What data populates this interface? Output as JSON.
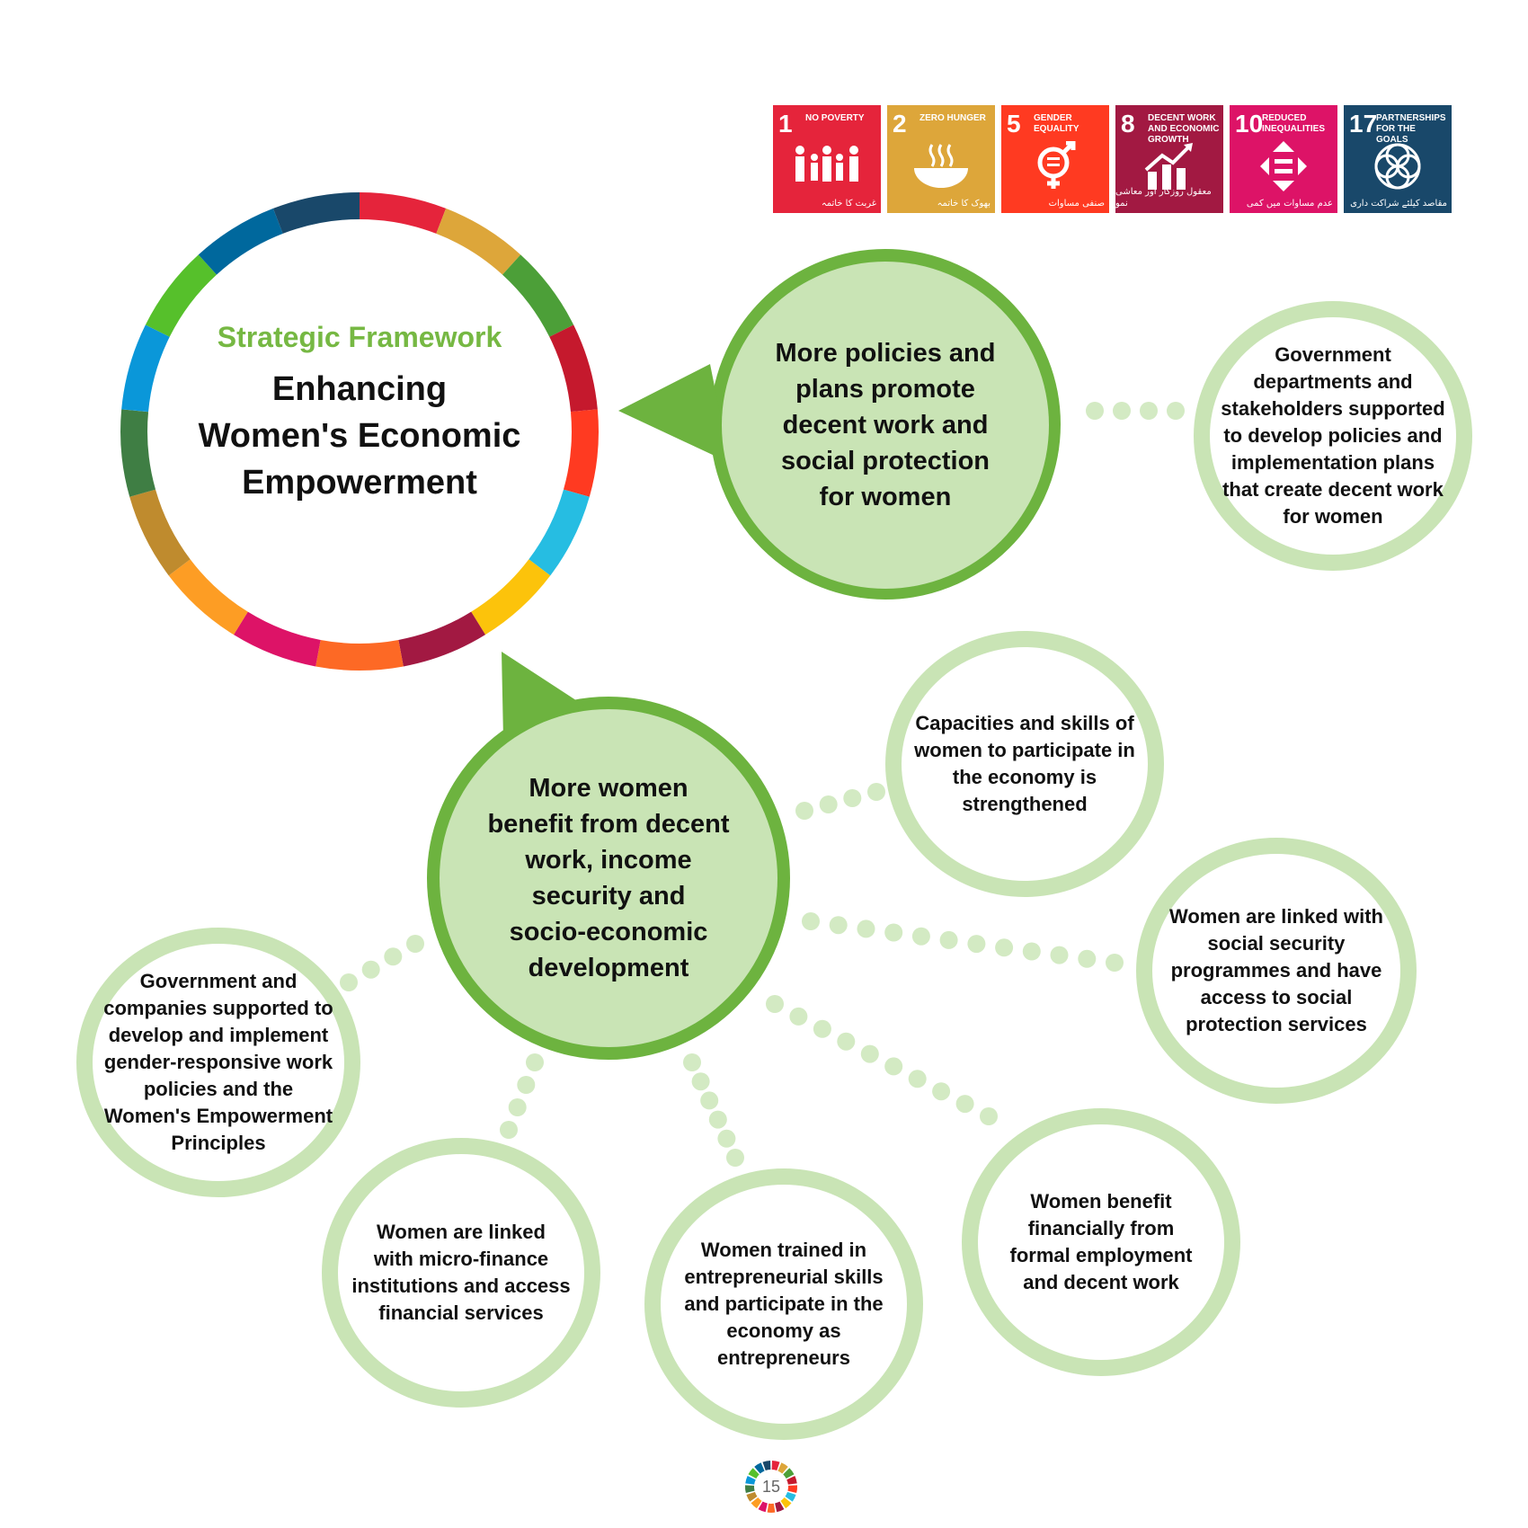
{
  "sdg_goals": [
    {
      "number": "1",
      "name": "No Poverty",
      "urdu": "غربت کا خاتمہ",
      "color": "#e5243b",
      "icon": "family-icon"
    },
    {
      "number": "2",
      "name": "Zero Hunger",
      "urdu": "بھوک کا خاتمہ",
      "color": "#dda63a",
      "icon": "bowl-icon"
    },
    {
      "number": "5",
      "name": "Gender Equality",
      "urdu": "صنفی مساوات",
      "color": "#ff3a21",
      "icon": "gender-equality-icon"
    },
    {
      "number": "8",
      "name": "Decent Work and Economic Growth",
      "urdu": "معقول روزگار اور معاشی نمو",
      "color": "#a21942",
      "icon": "growth-chart-icon"
    },
    {
      "number": "10",
      "name": "Reduced Inequalities",
      "urdu": "عدم مساوات میں کمی",
      "color": "#dd1367",
      "icon": "equality-arrows-icon"
    },
    {
      "number": "17",
      "name": "Partnerships for the Goals",
      "urdu": "مقاصد کیلئے شراکت داری",
      "color": "#19486a",
      "icon": "partnership-flower-icon"
    }
  ],
  "framework": {
    "label": "Strategic Framework",
    "title_lines": [
      "Enhancing",
      "Women's Economic",
      "Empowerment"
    ]
  },
  "ring_colors": [
    "#e5243b",
    "#dda63a",
    "#4c9f38",
    "#c5192d",
    "#ff3a21",
    "#26bde2",
    "#fcc30b",
    "#a21942",
    "#fd6925",
    "#dd1367",
    "#fd9d24",
    "#bf8b2e",
    "#3f7e44",
    "#0a97d9",
    "#56c02b",
    "#00689d",
    "#19486a"
  ],
  "outcome_1": {
    "lines": [
      "More policies and",
      "plans promote",
      "decent work and",
      "social protection",
      "for women"
    ]
  },
  "output_1_1": {
    "lines": [
      "Government",
      "departments and",
      "stakeholders supported",
      "to develop policies and",
      "implementation plans",
      "that create decent work",
      "for women"
    ]
  },
  "outcome_2": {
    "lines": [
      "More women",
      "benefit from decent",
      "work, income",
      "security and",
      "socio-economic",
      "development"
    ]
  },
  "outputs_2": {
    "capacities": {
      "lines": [
        "Capacities and skills of",
        "women to participate in",
        "the economy is",
        "strengthened"
      ]
    },
    "social_security": {
      "lines": [
        "Women are linked with",
        "social security",
        "programmes and have",
        "access to social",
        "protection services"
      ]
    },
    "formal_employment": {
      "lines": [
        "Women benefit",
        "financially from",
        "formal employment",
        "and decent work"
      ]
    },
    "entrepreneurs": {
      "lines": [
        "Women trained in",
        "entrepreneurial skills",
        "and participate in the",
        "economy as",
        "entrepreneurs"
      ]
    },
    "micro_finance": {
      "lines": [
        "Women are linked",
        "with micro-finance",
        "institutions and access",
        "financial services"
      ]
    },
    "gender_policies": {
      "lines": [
        "Government and",
        "companies supported to",
        "develop and implement",
        "gender-responsive work",
        "policies and the",
        "Women's Empowerment",
        "Principles"
      ]
    }
  },
  "colors": {
    "accent_green": "#76b843",
    "dark_green": "#6db33f",
    "light_green": "#c9e4b5",
    "dot_green": "#d3eac3"
  },
  "page_number": "15"
}
